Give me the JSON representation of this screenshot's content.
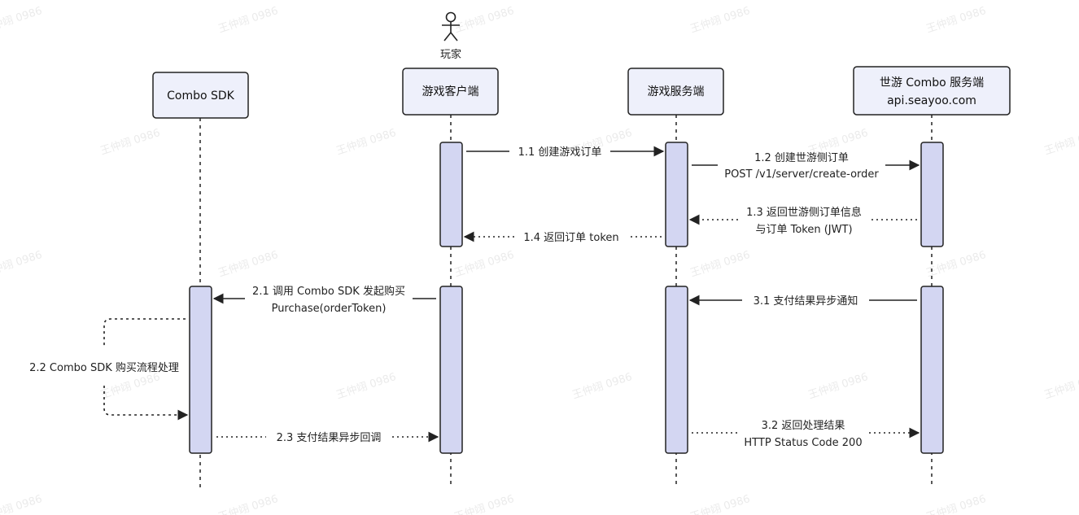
{
  "watermark": "王仲翊 0986",
  "actor": {
    "label": "玩家"
  },
  "participants": [
    {
      "id": "sdk",
      "lines": [
        "Combo SDK"
      ]
    },
    {
      "id": "client",
      "lines": [
        "游戏客户端"
      ]
    },
    {
      "id": "server",
      "lines": [
        "游戏服务端"
      ]
    },
    {
      "id": "seayoo",
      "lines": [
        "世游 Combo 服务端",
        "api.seayoo.com"
      ]
    }
  ],
  "messages": [
    {
      "id": "m1_1",
      "lines": [
        "1.1 创建游戏订单"
      ]
    },
    {
      "id": "m1_2",
      "lines": [
        "1.2 创建世游侧订单",
        "POST /v1/server/create-order"
      ]
    },
    {
      "id": "m1_3",
      "lines": [
        "1.3 返回世游侧订单信息",
        "与订单 Token (JWT)"
      ]
    },
    {
      "id": "m1_4",
      "lines": [
        "1.4 返回订单 token"
      ]
    },
    {
      "id": "m2_1",
      "lines": [
        "2.1 调用 Combo SDK 发起购买",
        "Purchase(orderToken)"
      ]
    },
    {
      "id": "m2_2",
      "lines": [
        "2.2 Combo SDK 购买流程处理"
      ]
    },
    {
      "id": "m2_3",
      "lines": [
        "2.3 支付结果异步回调"
      ]
    },
    {
      "id": "m3_1",
      "lines": [
        "3.1 支付结果异步通知"
      ]
    },
    {
      "id": "m3_2",
      "lines": [
        "3.2 返回处理结果",
        "HTTP Status Code 200"
      ]
    }
  ],
  "colors": {
    "box_fill": "#eef0fb",
    "activation_fill": "#d3d6f2",
    "stroke": "#222222",
    "watermark": "#ebebeb"
  }
}
